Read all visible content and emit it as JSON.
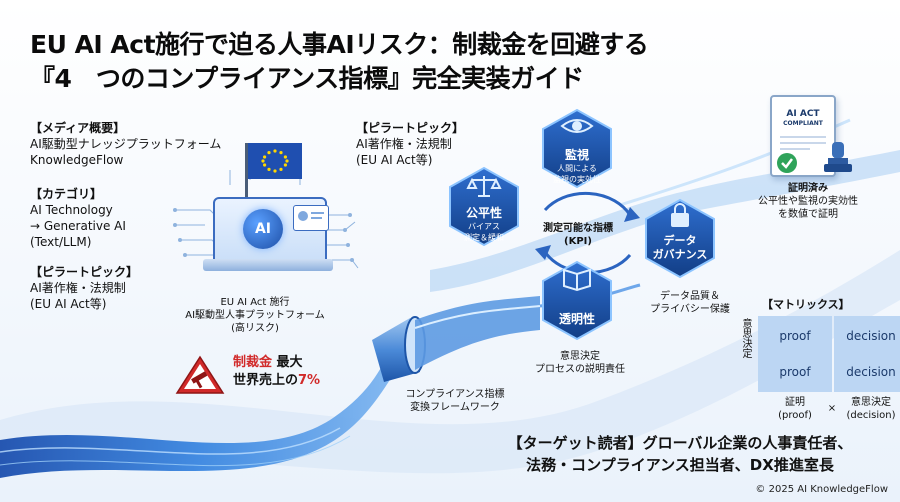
{
  "title": {
    "line1": "EU AI Act施行で迫る人事AIリスク：制裁金を回避する",
    "line2": "『4　つのコンプライアンス指標』完全実装ガイド"
  },
  "left_info": [
    {
      "heading": "【メディア概要】",
      "lines": [
        "AI駆動型ナレッジプラットフォーム",
        "KnowledgeFlow"
      ]
    },
    {
      "heading": "【カテゴリ】",
      "lines": [
        "AI Technology",
        "→ Generative AI",
        "(Text/LLM)"
      ]
    },
    {
      "heading": "【ピラートピック】",
      "lines": [
        "AI著作権・法規制",
        "(EU AI Act等)"
      ]
    }
  ],
  "top_pillar": {
    "heading": "【ピラートピック】",
    "lines": [
      "AI著作権・法規制",
      "(EU AI Act等)"
    ]
  },
  "eu_device": {
    "chip_label": "AI",
    "caption": [
      "EU AI Act 施行",
      "AI駆動型人事プラットフォーム",
      "(高リスク)"
    ]
  },
  "penalty": {
    "label1": "制裁金",
    "label2": "最大",
    "label3": "世界売上の",
    "value": "7%"
  },
  "pipeline_label": [
    "コンプライアンス指標",
    "変換フレームワーク"
  ],
  "center_kpi": [
    "測定可能な指標",
    "(KPI)"
  ],
  "hexes": {
    "fairness": {
      "title": "公平性",
      "sub": [
        "バイアス",
        "測定＆緩和"
      ]
    },
    "monitoring": {
      "title": "監視",
      "sub": [
        "人間による",
        "監視の実効性"
      ]
    },
    "data": {
      "title": [
        "データ",
        "ガバナンス"
      ],
      "caption": [
        "データ品質＆",
        "プライバシー保護"
      ]
    },
    "transparency": {
      "title": "透明性",
      "caption": [
        "意思決定",
        "プロセスの説明責任"
      ]
    }
  },
  "certificate": {
    "doc_title": [
      "AI ACT",
      "COMPLIANT"
    ],
    "caption": [
      "証明済み",
      "公平性や監視の実効性",
      "を数値で証明"
    ]
  },
  "matrix": {
    "title": "【マトリックス】",
    "y_label": "意思決定",
    "cells": [
      [
        "proof",
        "decision"
      ],
      [
        "proof",
        "decision"
      ]
    ],
    "x_left": [
      "証明",
      "(proof)"
    ],
    "x_times": "×",
    "x_right": [
      "意思決定",
      "(decision)"
    ]
  },
  "audience": {
    "line1": "【ターゲット読者】グローバル企業の人事責任者、",
    "line2": "法務・コンプライアンス担当者、DX推進室長"
  },
  "copyright": "© 2025 AI KnowledgeFlow",
  "colors": {
    "accent": "#1f5fbf",
    "hex_dark": "#1b4f9c",
    "penalty_red": "#d12a2a",
    "matrix_cell": "#bcd6f3"
  }
}
